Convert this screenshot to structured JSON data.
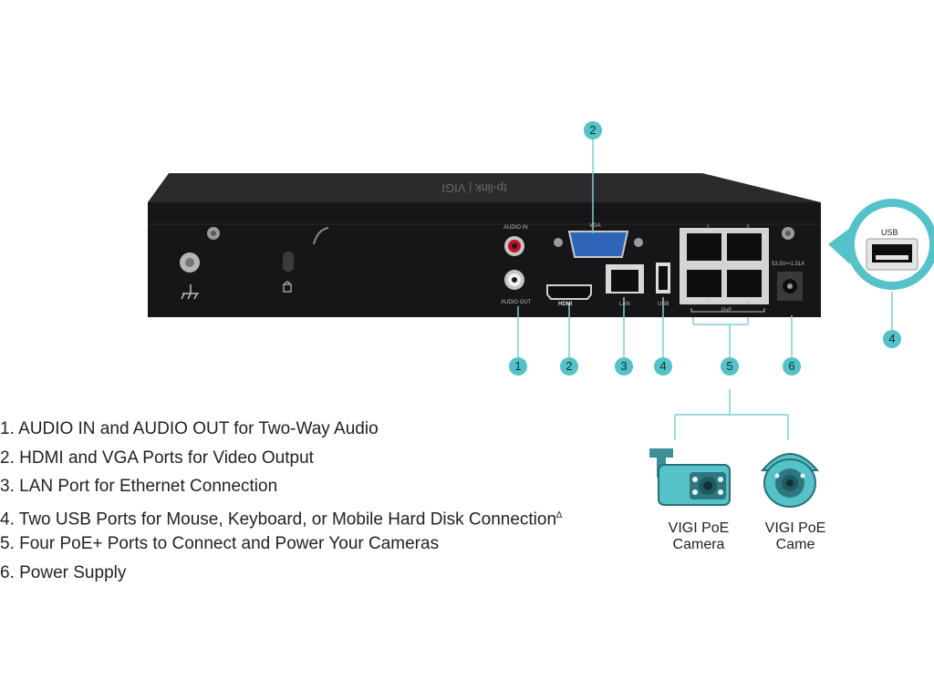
{
  "callouts": {
    "top": "2",
    "b1": "1",
    "b2": "2",
    "b3": "3",
    "b4": "4",
    "b5": "5",
    "b6": "6",
    "usb_zoom": "4"
  },
  "device_labels": {
    "audio_in": "AUDIO IN",
    "audio_out": "AUDIO OUT",
    "vga": "VGA",
    "hdmi": "HDMI",
    "lan": "LAN",
    "usb": "USB",
    "poe": "PoE",
    "power": "53.5V⎓1.31A",
    "port1": "1",
    "port2": "2",
    "port3": "3",
    "port4": "4",
    "brand": "tp-link | VIGI",
    "usb_zoom_label": "USB"
  },
  "legend": [
    "1. AUDIO IN and AUDIO OUT for Two-Way Audio",
    "2. HDMI and VGA Ports for Video Output",
    "3. LAN Port for Ethernet Connection",
    "4. Two USB Ports for Mouse, Keyboard, or Mobile Hard Disk Connection",
    "5. Four PoE+ Ports to Connect and Power Your Cameras",
    "6. Power Supply"
  ],
  "legend_note": "∆",
  "cameras": {
    "bullet_line1": "VIGI PoE",
    "bullet_line2": "Camera",
    "turret_line1": "VIGI PoE",
    "turret_line2": "Came"
  },
  "colors": {
    "accent": "#54c2c8",
    "device_body": "#1c1c1e",
    "device_top": "#2a2a2d"
  }
}
